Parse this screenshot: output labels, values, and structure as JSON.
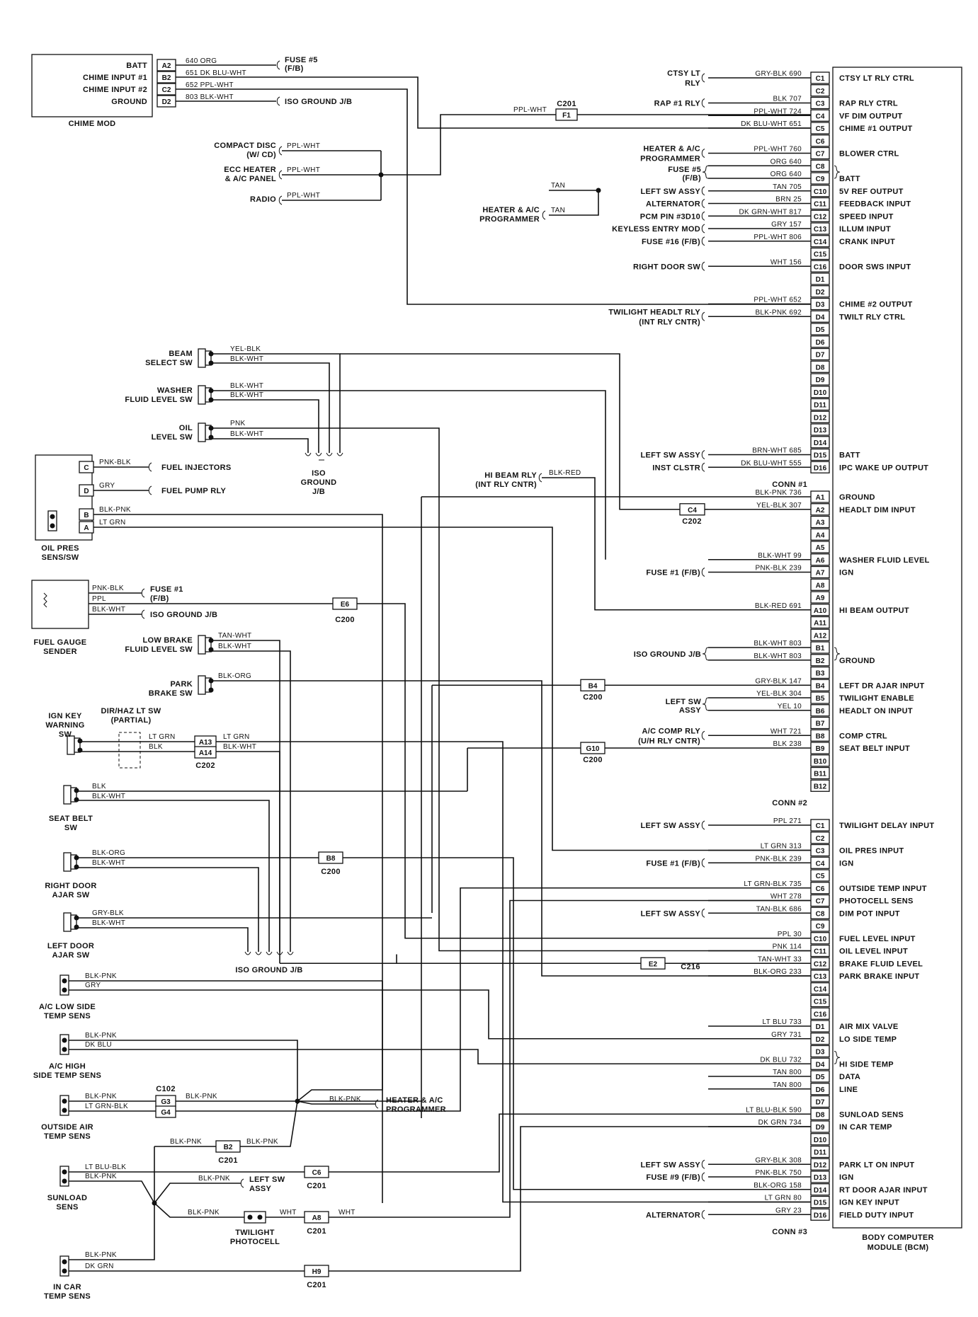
{
  "chime_module": {
    "title": "CHIME MOD",
    "pins": [
      {
        "name": "BATT",
        "pin": "A2",
        "wire": "640 ORG",
        "dest": "FUSE #5",
        "dest2": "(F/B)"
      },
      {
        "name": "CHIME INPUT #1",
        "pin": "B2",
        "wire": "651 DK BLU-WHT",
        "dest": "",
        "dest2": ""
      },
      {
        "name": "CHIME INPUT #2",
        "pin": "C2",
        "wire": "652 PPL-WHT",
        "dest": "",
        "dest2": ""
      },
      {
        "name": "GROUND",
        "pin": "D2",
        "wire": "803 BLK-WHT",
        "dest": "ISO GROUND J/B",
        "dest2": ""
      }
    ]
  },
  "radios": [
    {
      "name1": "COMPACT DISC",
      "name2": "(W/ CD)",
      "wire": "PPL-WHT"
    },
    {
      "name1": "ECC HEATER",
      "name2": "& A/C PANEL",
      "wire": "PPL-WHT"
    },
    {
      "name1": "RADIO",
      "name2": "",
      "wire": "PPL-WHT"
    }
  ],
  "c201_f1": {
    "conn": "C201",
    "pin": "F1",
    "wire": "PPL-WHT"
  },
  "bcm": {
    "title1": "BODY COMPUTER",
    "title2": "MODULE (BCM)",
    "conn1_label": "CONN #1",
    "conn2_label": "CONN #2",
    "conn3_label": "CONN #3",
    "conn1": [
      {
        "pin": "C1",
        "src": "CTSY LT",
        "src2": "RLY",
        "wire": "GRY-BLK 690",
        "func": "CTSY LT RLY CTRL"
      },
      {
        "pin": "C2",
        "src": "",
        "src2": "",
        "wire": "",
        "func": ""
      },
      {
        "pin": "C3",
        "src": "RAP #1 RLY",
        "src2": "",
        "wire": "BLK 707",
        "func": "RAP RLY CTRL"
      },
      {
        "pin": "C4",
        "src": "(INT RLY CNTR)",
        "src2": "",
        "wire": "PPL-WHT 724",
        "func": "VF DIM OUTPUT"
      },
      {
        "pin": "C5",
        "src": "",
        "src2": "",
        "wire": "DK BLU-WHT 651",
        "func": "CHIME #1 OUTPUT"
      },
      {
        "pin": "C6",
        "src": "",
        "src2": "",
        "wire": "",
        "func": ""
      },
      {
        "pin": "C7",
        "src": "HEATER & A/C",
        "src2": "PROGRAMMER",
        "wire": "PPL-WHT 760",
        "func": "BLOWER CTRL"
      },
      {
        "pin": "C8",
        "src": "FUSE #5",
        "src2": "(F/B)",
        "wire": "ORG 640",
        "func": ""
      },
      {
        "pin": "C9",
        "src": "",
        "src2": "",
        "wire": "ORG 640",
        "func": "BATT"
      },
      {
        "pin": "C10",
        "src": "LEFT SW ASSY",
        "src2": "",
        "wire": "TAN 705",
        "func": "5V REF OUTPUT"
      },
      {
        "pin": "C11",
        "src": "ALTERNATOR",
        "src2": "",
        "wire": "BRN 25",
        "func": "FEEDBACK INPUT"
      },
      {
        "pin": "C12",
        "src": "PCM PIN #3D10",
        "src2": "",
        "wire": "DK GRN-WHT 817",
        "func": "SPEED INPUT"
      },
      {
        "pin": "C13",
        "src": "KEYLESS ENTRY MOD",
        "src2": "",
        "wire": "GRY 157",
        "func": "ILLUM INPUT"
      },
      {
        "pin": "C14",
        "src": "FUSE #16 (F/B)",
        "src2": "",
        "wire": "PPL-WHT 806",
        "func": "CRANK INPUT"
      },
      {
        "pin": "C15",
        "src": "",
        "src2": "",
        "wire": "",
        "func": ""
      },
      {
        "pin": "C16",
        "src": "RIGHT DOOR SW",
        "src2": "",
        "wire": "WHT 156",
        "func": "DOOR SWS INPUT"
      },
      {
        "pin": "D1",
        "src": "",
        "src2": "",
        "wire": "",
        "func": ""
      },
      {
        "pin": "D2",
        "src": "",
        "src2": "",
        "wire": "",
        "func": ""
      },
      {
        "pin": "D3",
        "src": "",
        "src2": "",
        "wire": "PPL-WHT 652",
        "func": "CHIME #2 OUTPUT"
      },
      {
        "pin": "D4",
        "src": "TWILIGHT HEADLT RLY",
        "src2": "(INT RLY CNTR)",
        "wire": "BLK-PNK 692",
        "func": "TWILT RLY CTRL"
      },
      {
        "pin": "D5",
        "src": "",
        "src2": "",
        "wire": "",
        "func": ""
      },
      {
        "pin": "D6",
        "src": "",
        "src2": "",
        "wire": "",
        "func": ""
      },
      {
        "pin": "D7",
        "src": "",
        "src2": "",
        "wire": "",
        "func": ""
      },
      {
        "pin": "D8",
        "src": "",
        "src2": "",
        "wire": "",
        "func": ""
      },
      {
        "pin": "D9",
        "src": "",
        "src2": "",
        "wire": "",
        "func": ""
      },
      {
        "pin": "D10",
        "src": "",
        "src2": "",
        "wire": "",
        "func": ""
      },
      {
        "pin": "D11",
        "src": "",
        "src2": "",
        "wire": "",
        "func": ""
      },
      {
        "pin": "D12",
        "src": "",
        "src2": "",
        "wire": "",
        "func": ""
      },
      {
        "pin": "D13",
        "src": "",
        "src2": "",
        "wire": "",
        "func": ""
      },
      {
        "pin": "D14",
        "src": "",
        "src2": "",
        "wire": "",
        "func": ""
      },
      {
        "pin": "D15",
        "src": "LEFT SW ASSY",
        "src2": "",
        "wire": "BRN-WHT 685",
        "func": "BATT"
      },
      {
        "pin": "D16",
        "src": "INST CLSTR",
        "src2": "",
        "wire": "DK BLU-WHT 555",
        "func": "IPC WAKE UP OUTPUT"
      }
    ],
    "conn2": [
      {
        "pin": "A1",
        "src": "",
        "src2": "",
        "wire": "BLK-PNK 736",
        "func": "GROUND"
      },
      {
        "pin": "A2",
        "src": "",
        "src2": "",
        "wire": "YEL-BLK 307",
        "func": "HEADLT DIM INPUT"
      },
      {
        "pin": "A3",
        "src": "",
        "src2": "",
        "wire": "",
        "func": ""
      },
      {
        "pin": "A4",
        "src": "",
        "src2": "",
        "wire": "",
        "func": ""
      },
      {
        "pin": "A5",
        "src": "",
        "src2": "",
        "wire": "",
        "func": ""
      },
      {
        "pin": "A6",
        "src": "",
        "src2": "",
        "wire": "BLK-WHT 99",
        "func": "WASHER FLUID LEVEL"
      },
      {
        "pin": "A7",
        "src": "FUSE #1 (F/B)",
        "src2": "",
        "wire": "PNK-BLK 239",
        "func": "IGN"
      },
      {
        "pin": "A8",
        "src": "",
        "src2": "",
        "wire": "",
        "func": ""
      },
      {
        "pin": "A9",
        "src": "",
        "src2": "",
        "wire": "",
        "func": ""
      },
      {
        "pin": "A10",
        "src": "",
        "src2": "",
        "wire": "BLK-RED 691",
        "func": "HI BEAM OUTPUT"
      },
      {
        "pin": "A11",
        "src": "",
        "src2": "",
        "wire": "",
        "func": ""
      },
      {
        "pin": "A12",
        "src": "",
        "src2": "",
        "wire": "",
        "func": ""
      },
      {
        "pin": "B1",
        "src": "ISO GROUND J/B",
        "src2": "",
        "wire": "BLK-WHT 803",
        "func": ""
      },
      {
        "pin": "B2",
        "src": "",
        "src2": "",
        "wire": "BLK-WHT 803",
        "func": "GROUND"
      },
      {
        "pin": "B3",
        "src": "",
        "src2": "",
        "wire": "",
        "func": ""
      },
      {
        "pin": "B4",
        "src": "",
        "src2": "",
        "wire": "GRY-BLK 147",
        "func": "LEFT DR AJAR INPUT"
      },
      {
        "pin": "B5",
        "src": "LEFT SW",
        "src2": "ASSY",
        "wire": "YEL-BLK 304",
        "func": "TWILIGHT ENABLE"
      },
      {
        "pin": "B6",
        "src": "",
        "src2": "",
        "wire": "YEL 10",
        "func": "HEADLT ON INPUT"
      },
      {
        "pin": "B7",
        "src": "",
        "src2": "",
        "wire": "",
        "func": ""
      },
      {
        "pin": "B8",
        "src": "A/C COMP RLY",
        "src2": "(U/H RLY CNTR)",
        "wire": "WHT 721",
        "func": "COMP CTRL"
      },
      {
        "pin": "B9",
        "src": "",
        "src2": "",
        "wire": "BLK 238",
        "func": "SEAT BELT INPUT"
      },
      {
        "pin": "B10",
        "src": "",
        "src2": "",
        "wire": "",
        "func": ""
      },
      {
        "pin": "B11",
        "src": "",
        "src2": "",
        "wire": "",
        "func": ""
      },
      {
        "pin": "B12",
        "src": "",
        "src2": "",
        "wire": "",
        "func": ""
      }
    ],
    "conn3": [
      {
        "pin": "C1",
        "src": "LEFT SW ASSY",
        "src2": "",
        "wire": "PPL 271",
        "func": "TWILIGHT DELAY INPUT"
      },
      {
        "pin": "C2",
        "src": "",
        "src2": "",
        "wire": "",
        "func": ""
      },
      {
        "pin": "C3",
        "src": "",
        "src2": "",
        "wire": "LT GRN 313",
        "func": "OIL PRES INPUT"
      },
      {
        "pin": "C4",
        "src": "FUSE #1 (F/B)",
        "src2": "",
        "wire": "PNK-BLK 239",
        "func": "IGN"
      },
      {
        "pin": "C5",
        "src": "",
        "src2": "",
        "wire": "",
        "func": ""
      },
      {
        "pin": "C6",
        "src": "",
        "src2": "",
        "wire": "LT GRN-BLK 735",
        "func": "OUTSIDE TEMP INPUT"
      },
      {
        "pin": "C7",
        "src": "",
        "src2": "",
        "wire": "WHT 278",
        "func": "PHOTOCELL SENS"
      },
      {
        "pin": "C8",
        "src": "LEFT SW ASSY",
        "src2": "",
        "wire": "TAN-BLK 686",
        "func": "DIM POT INPUT"
      },
      {
        "pin": "C9",
        "src": "",
        "src2": "",
        "wire": "",
        "func": ""
      },
      {
        "pin": "C10",
        "src": "",
        "src2": "",
        "wire": "PPL 30",
        "func": "FUEL LEVEL INPUT"
      },
      {
        "pin": "C11",
        "src": "",
        "src2": "",
        "wire": "PNK 114",
        "func": "OIL LEVEL INPUT"
      },
      {
        "pin": "C12",
        "src": "",
        "src2": "",
        "wire": "TAN-WHT 33",
        "func": "BRAKE FLUID LEVEL"
      },
      {
        "pin": "C13",
        "src": "",
        "src2": "",
        "wire": "BLK-ORG 233",
        "func": "PARK BRAKE INPUT"
      },
      {
        "pin": "C14",
        "src": "",
        "src2": "",
        "wire": "",
        "func": ""
      },
      {
        "pin": "C15",
        "src": "",
        "src2": "",
        "wire": "",
        "func": ""
      },
      {
        "pin": "C16",
        "src": "",
        "src2": "",
        "wire": "",
        "func": ""
      },
      {
        "pin": "D1",
        "src": "HEATER & A/C PROGRAMMER",
        "src2": "",
        "wire": "LT BLU 733",
        "func": "AIR MIX VALVE"
      },
      {
        "pin": "D2",
        "src": "",
        "src2": "",
        "wire": "GRY 731",
        "func": "LO SIDE TEMP"
      },
      {
        "pin": "D3",
        "src": "",
        "src2": "",
        "wire": "",
        "func": ""
      },
      {
        "pin": "D4",
        "src": "",
        "src2": "",
        "wire": "DK BLU 732",
        "func": "HI SIDE TEMP"
      },
      {
        "pin": "D5",
        "src": "INST CLSTR",
        "src2": "",
        "wire": "TAN 800",
        "func": "DATA"
      },
      {
        "pin": "D6",
        "src": "HEATER & A/C PROGRAMMER",
        "src2": "",
        "wire": "TAN 800",
        "func": "LINE"
      },
      {
        "pin": "D7",
        "src": "",
        "src2": "",
        "wire": "",
        "func": ""
      },
      {
        "pin": "D8",
        "src": "",
        "src2": "",
        "wire": "LT BLU-BLK 590",
        "func": "SUNLOAD SENS"
      },
      {
        "pin": "D9",
        "src": "",
        "src2": "",
        "wire": "DK GRN 734",
        "func": "IN CAR TEMP"
      },
      {
        "pin": "D10",
        "src": "",
        "src2": "",
        "wire": "",
        "func": ""
      },
      {
        "pin": "D11",
        "src": "",
        "src2": "",
        "wire": "",
        "func": ""
      },
      {
        "pin": "D12",
        "src": "LEFT SW ASSY",
        "src2": "",
        "wire": "GRY-BLK 308",
        "func": "PARK LT ON INPUT"
      },
      {
        "pin": "D13",
        "src": "FUSE #9 (F/B)",
        "src2": "",
        "wire": "PNK-BLK 750",
        "func": "IGN"
      },
      {
        "pin": "D14",
        "src": "",
        "src2": "",
        "wire": "BLK-ORG 158",
        "func": "RT DOOR AJAR INPUT"
      },
      {
        "pin": "D15",
        "src": "",
        "src2": "",
        "wire": "LT GRN 80",
        "func": "IGN KEY INPUT"
      },
      {
        "pin": "D16",
        "src": "ALTERNATOR",
        "src2": "",
        "wire": "GRY 23",
        "func": "FIELD DUTY INPUT"
      }
    ]
  },
  "switches": {
    "beam_select": {
      "l1": "BEAM",
      "l2": "SELECT SW",
      "w1": "YEL-BLK",
      "w2": "BLK-WHT"
    },
    "washer": {
      "l1": "WASHER",
      "l2": "FLUID LEVEL SW",
      "w1": "BLK-WHT",
      "w2": "BLK-WHT"
    },
    "oil_level": {
      "l1": "OIL",
      "l2": "LEVEL SW",
      "w1": "PNK",
      "w2": "BLK-WHT"
    },
    "iso_ground_1": {
      "l1": "ISO",
      "l2": "GROUND",
      "l3": "J/B"
    },
    "oil_pres": {
      "l1": "OIL PRES",
      "l2": "SENS/SW",
      "pins": [
        "C",
        "D",
        "B",
        "A"
      ],
      "w_c": "PNK-BLK",
      "w_d": "GRY",
      "w_b": "BLK-PNK",
      "w_a": "LT GRN",
      "dest_c": "FUEL INJECTORS",
      "dest_d": "FUEL PUMP RLY"
    },
    "hi_beam_rly": {
      "l1": "HI BEAM RLY",
      "l2": "(INT RLY CNTR)",
      "wire": "BLK-RED"
    },
    "c202_c4": {
      "conn": "C202",
      "pin": "C4"
    },
    "fuel_gauge": {
      "l1": "FUEL GAUGE",
      "l2": "SENDER",
      "w1": "PNK-BLK",
      "w2": "PPL",
      "w3": "BLK-WHT",
      "dest1": "FUSE #1",
      "dest1b": "(F/B)",
      "dest3": "ISO GROUND J/B",
      "conn": "C200",
      "pin": "E6"
    },
    "low_brake": {
      "l1": "LOW BRAKE",
      "l2": "FLUID LEVEL SW",
      "w1": "TAN-WHT",
      "w2": "BLK-WHT"
    },
    "park_brake": {
      "l1": "PARK",
      "l2": "BRAKE SW",
      "w1": "BLK-ORG"
    },
    "ign_key": {
      "l1": "IGN KEY",
      "l2": "WARNING",
      "l3": "SW",
      "w1": "LT GRN",
      "w2": "BLK"
    },
    "dir_haz": {
      "l1": "DIR/HAZ LT SW",
      "l2": "(PARTIAL)"
    },
    "c202_a": {
      "conn": "C202",
      "p1": "A13",
      "p2": "A14",
      "w1": "LT GRN",
      "w2": "BLK-WHT"
    },
    "c200_b4": {
      "conn": "C200",
      "pin": "B4"
    },
    "c200_g10": {
      "conn": "C200",
      "pin": "G10"
    },
    "seat_belt": {
      "l1": "SEAT BELT",
      "l2": "SW",
      "w1": "BLK",
      "w2": "BLK-WHT"
    },
    "right_door": {
      "l1": "RIGHT DOOR",
      "l2": "AJAR SW",
      "w1": "BLK-ORG",
      "w2": "BLK-WHT",
      "conn": "C200",
      "pin": "B8"
    },
    "left_door": {
      "l1": "LEFT DOOR",
      "l2": "AJAR SW",
      "w1": "GRY-BLK",
      "w2": "BLK-WHT"
    },
    "iso_ground_2": {
      "l1": "ISO GROUND J/B"
    },
    "c216": {
      "conn": "C216",
      "pin": "E2"
    },
    "ac_low": {
      "l1": "A/C LOW SIDE",
      "l2": "TEMP SENS",
      "w1": "BLK-PNK",
      "w2": "GRY"
    },
    "ac_high": {
      "l1": "A/C HIGH",
      "l2": "SIDE TEMP SENS",
      "w1": "BLK-PNK",
      "w2": "DK BLU"
    },
    "outside_air": {
      "l1": "OUTSIDE AIR",
      "l2": "TEMP SENS",
      "w1": "BLK-PNK",
      "w2": "LT GRN-BLK",
      "conn": "C102",
      "p1": "G3",
      "p2": "G4",
      "w3": "BLK-PNK"
    },
    "heater_prog": {
      "wire": "BLK-PNK",
      "l1": "HEATER & A/C",
      "l2": "PROGRAMMER"
    },
    "c201_b2": {
      "conn": "C201",
      "pin": "B2",
      "w1": "BLK-PNK",
      "w2": "BLK-PNK"
    },
    "sunload": {
      "l1": "SUNLOAD",
      "l2": "SENS",
      "w1": "LT BLU-BLK",
      "w2": "BLK-PNK",
      "conn": "C201",
      "pin": "C6"
    },
    "left_sw_assy": {
      "wire": "BLK-PNK",
      "l1": "LEFT SW",
      "l2": "ASSY"
    },
    "twilight": {
      "l1": "TWILIGHT",
      "l2": "PHOTOCELL",
      "w1": "BLK-PNK",
      "w2": "WHT",
      "w3": "WHT",
      "conn": "C201",
      "pin": "A8"
    },
    "in_car": {
      "l1": "IN CAR",
      "l2": "TEMP SENS",
      "w1": "BLK-PNK",
      "w2": "DK GRN",
      "conn": "C201",
      "pin": "H9"
    }
  }
}
